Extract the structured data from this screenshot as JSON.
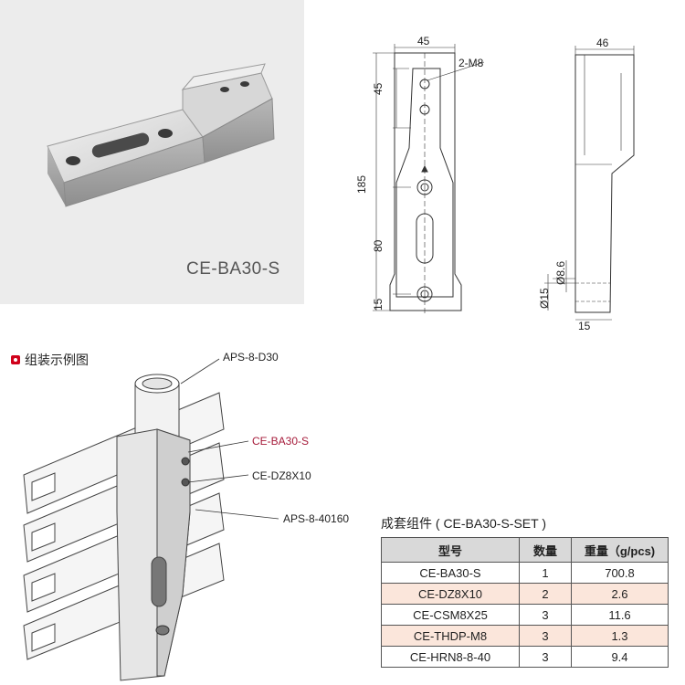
{
  "photo": {
    "caption": "CE-BA30-S"
  },
  "front_view": {
    "dim_width": "45",
    "dim_total_height": "185",
    "dim_top": "45",
    "dim_middle": "80",
    "dim_bottom": "15",
    "thread_label": "2-M8"
  },
  "side_view": {
    "dim_width": "46",
    "dim_d_small": "Ø8.6",
    "dim_d_large": "Ø15",
    "dim_bottom": "15"
  },
  "assembly": {
    "title": "组装示例图",
    "callouts": [
      "APS-8-D30",
      "CE-BA30-S",
      "CE-DZ8X10",
      "APS-8-40160"
    ]
  },
  "parts_table": {
    "title": "成套组件 ( CE-BA30-S-SET )",
    "headers": [
      "型号",
      "数量",
      "重量（g/pcs)"
    ],
    "rows": [
      {
        "model": "CE-BA30-S",
        "qty": "1",
        "weight": "700.8"
      },
      {
        "model": "CE-DZ8X10",
        "qty": "2",
        "weight": "2.6"
      },
      {
        "model": "CE-CSM8X25",
        "qty": "3",
        "weight": "11.6"
      },
      {
        "model": "CE-THDP-M8",
        "qty": "3",
        "weight": "1.3"
      },
      {
        "model": "CE-HRN8-8-40",
        "qty": "3",
        "weight": "9.4"
      }
    ]
  },
  "colors": {
    "accent_red": "#d0021b",
    "callout_highlight": "#a61b3a",
    "row_highlight": "#fbe6db",
    "header_bg": "#d9d9d9"
  }
}
